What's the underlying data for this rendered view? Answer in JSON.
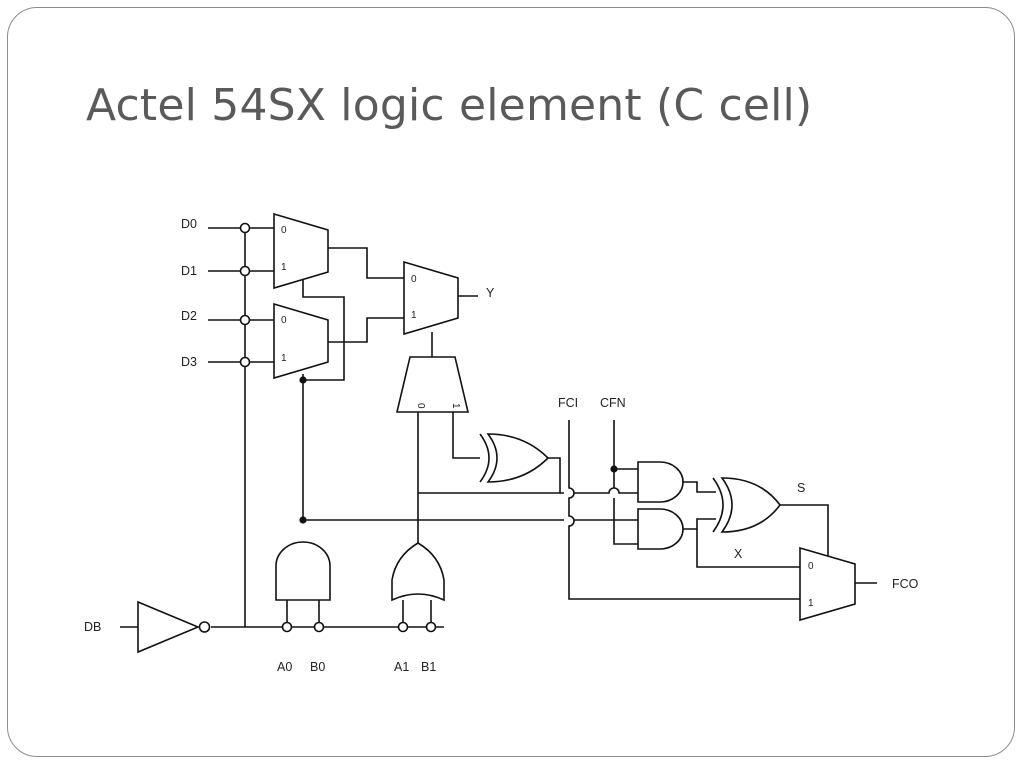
{
  "slide": {
    "title": "Actel 54SX logic element (C cell)"
  },
  "diagram": {
    "inputs": {
      "d0": "D0",
      "d1": "D1",
      "d2": "D2",
      "d3": "D3",
      "db": "DB",
      "a0": "A0",
      "b0": "B0",
      "a1": "A1",
      "b1": "B1",
      "fci": "FCI",
      "cfn": "CFN"
    },
    "outputs": {
      "y": "Y",
      "s": "S",
      "x": "X",
      "fco": "FCO"
    },
    "mux_pins": {
      "zero": "0",
      "one": "1"
    }
  }
}
